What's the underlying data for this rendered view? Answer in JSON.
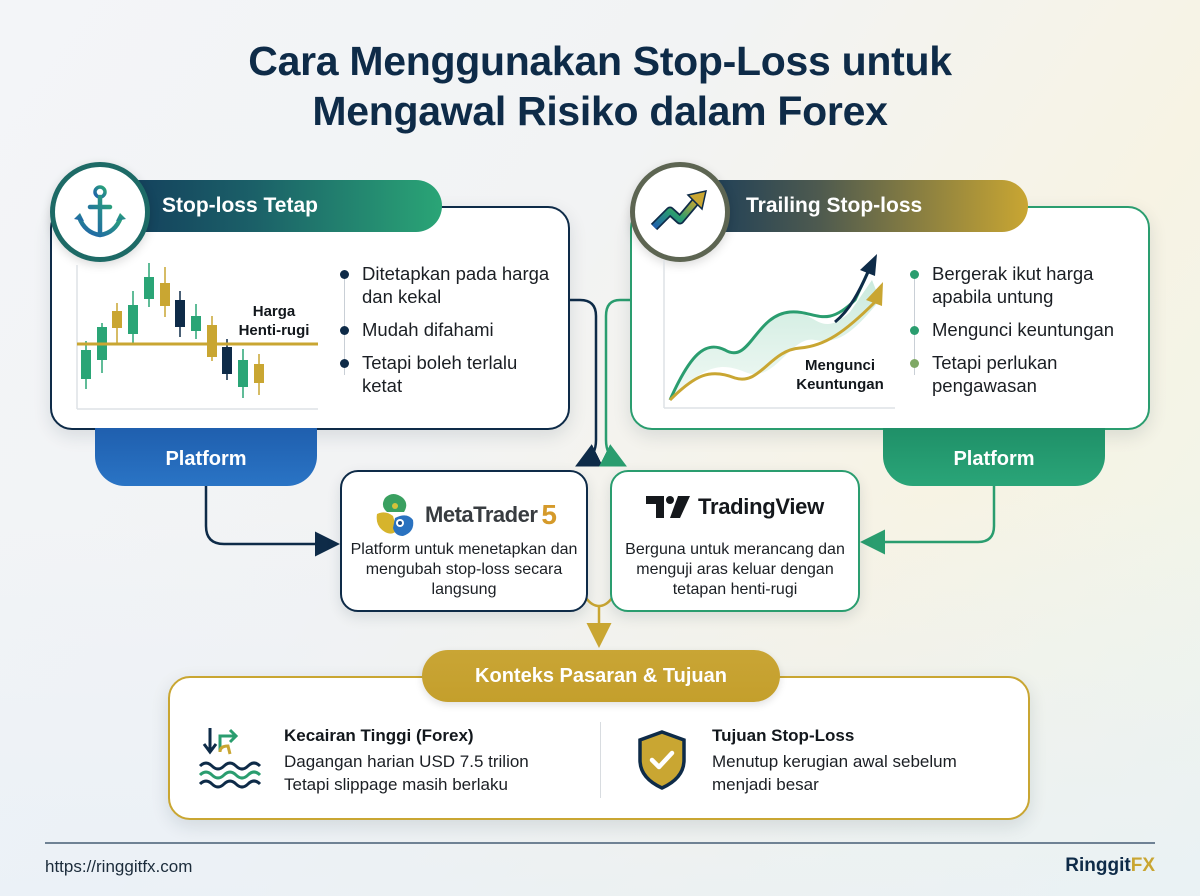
{
  "title": {
    "line1": "Cara Menggunakan Stop-Loss untuk",
    "line2": "Mengawal Risiko dalam Forex"
  },
  "colors": {
    "navy": "#0e2b48",
    "green": "#2a9d6f",
    "gold": "#c9a632",
    "blue": "#2a74c5"
  },
  "fixed_stop": {
    "icon": "anchor-icon",
    "header": "Stop-loss Tetap",
    "chart_label_line1": "Harga",
    "chart_label_line2": "Henti-rugi",
    "bullets": [
      "Ditetapkan pada harga dan kekal",
      "Mudah difahami",
      "Tetapi boleh terlalu ketat"
    ],
    "platform_label": "Platform"
  },
  "trailing_stop": {
    "icon": "trending-up-arrow-icon",
    "header": "Trailing Stop-loss",
    "chart_label_line1": "Mengunci",
    "chart_label_line2": "Keuntungan",
    "bullets": [
      "Bergerak ikut harga apabila untung",
      "Mengunci keuntungan",
      "Tetapi perlukan pengawasan"
    ],
    "platform_label": "Platform"
  },
  "platforms": {
    "metatrader": {
      "name": "MetaTrader",
      "version": "5",
      "description": "Platform untuk menetapkan dan mengubah stop-loss secara langsung"
    },
    "tradingview": {
      "name": "TradingView",
      "description": "Berguna untuk merancang dan menguji aras keluar dengan tetapan henti-rugi"
    }
  },
  "context": {
    "header": "Konteks Pasaran & Tujuan",
    "liquidity": {
      "icon": "liquidity-waves-icon",
      "title": "Kecairan Tinggi (Forex)",
      "line1": "Dagangan harian USD 7.5 trilion",
      "line2": "Tetapi slippage masih berlaku"
    },
    "purpose": {
      "icon": "shield-check-icon",
      "title": "Tujuan Stop-Loss",
      "line1": "Menutup kerugian awal sebelum",
      "line2": "menjadi besar"
    }
  },
  "footer": {
    "url": "https://ringgitfx.com",
    "brand_main": "Ringgit",
    "brand_accent": "FX"
  }
}
